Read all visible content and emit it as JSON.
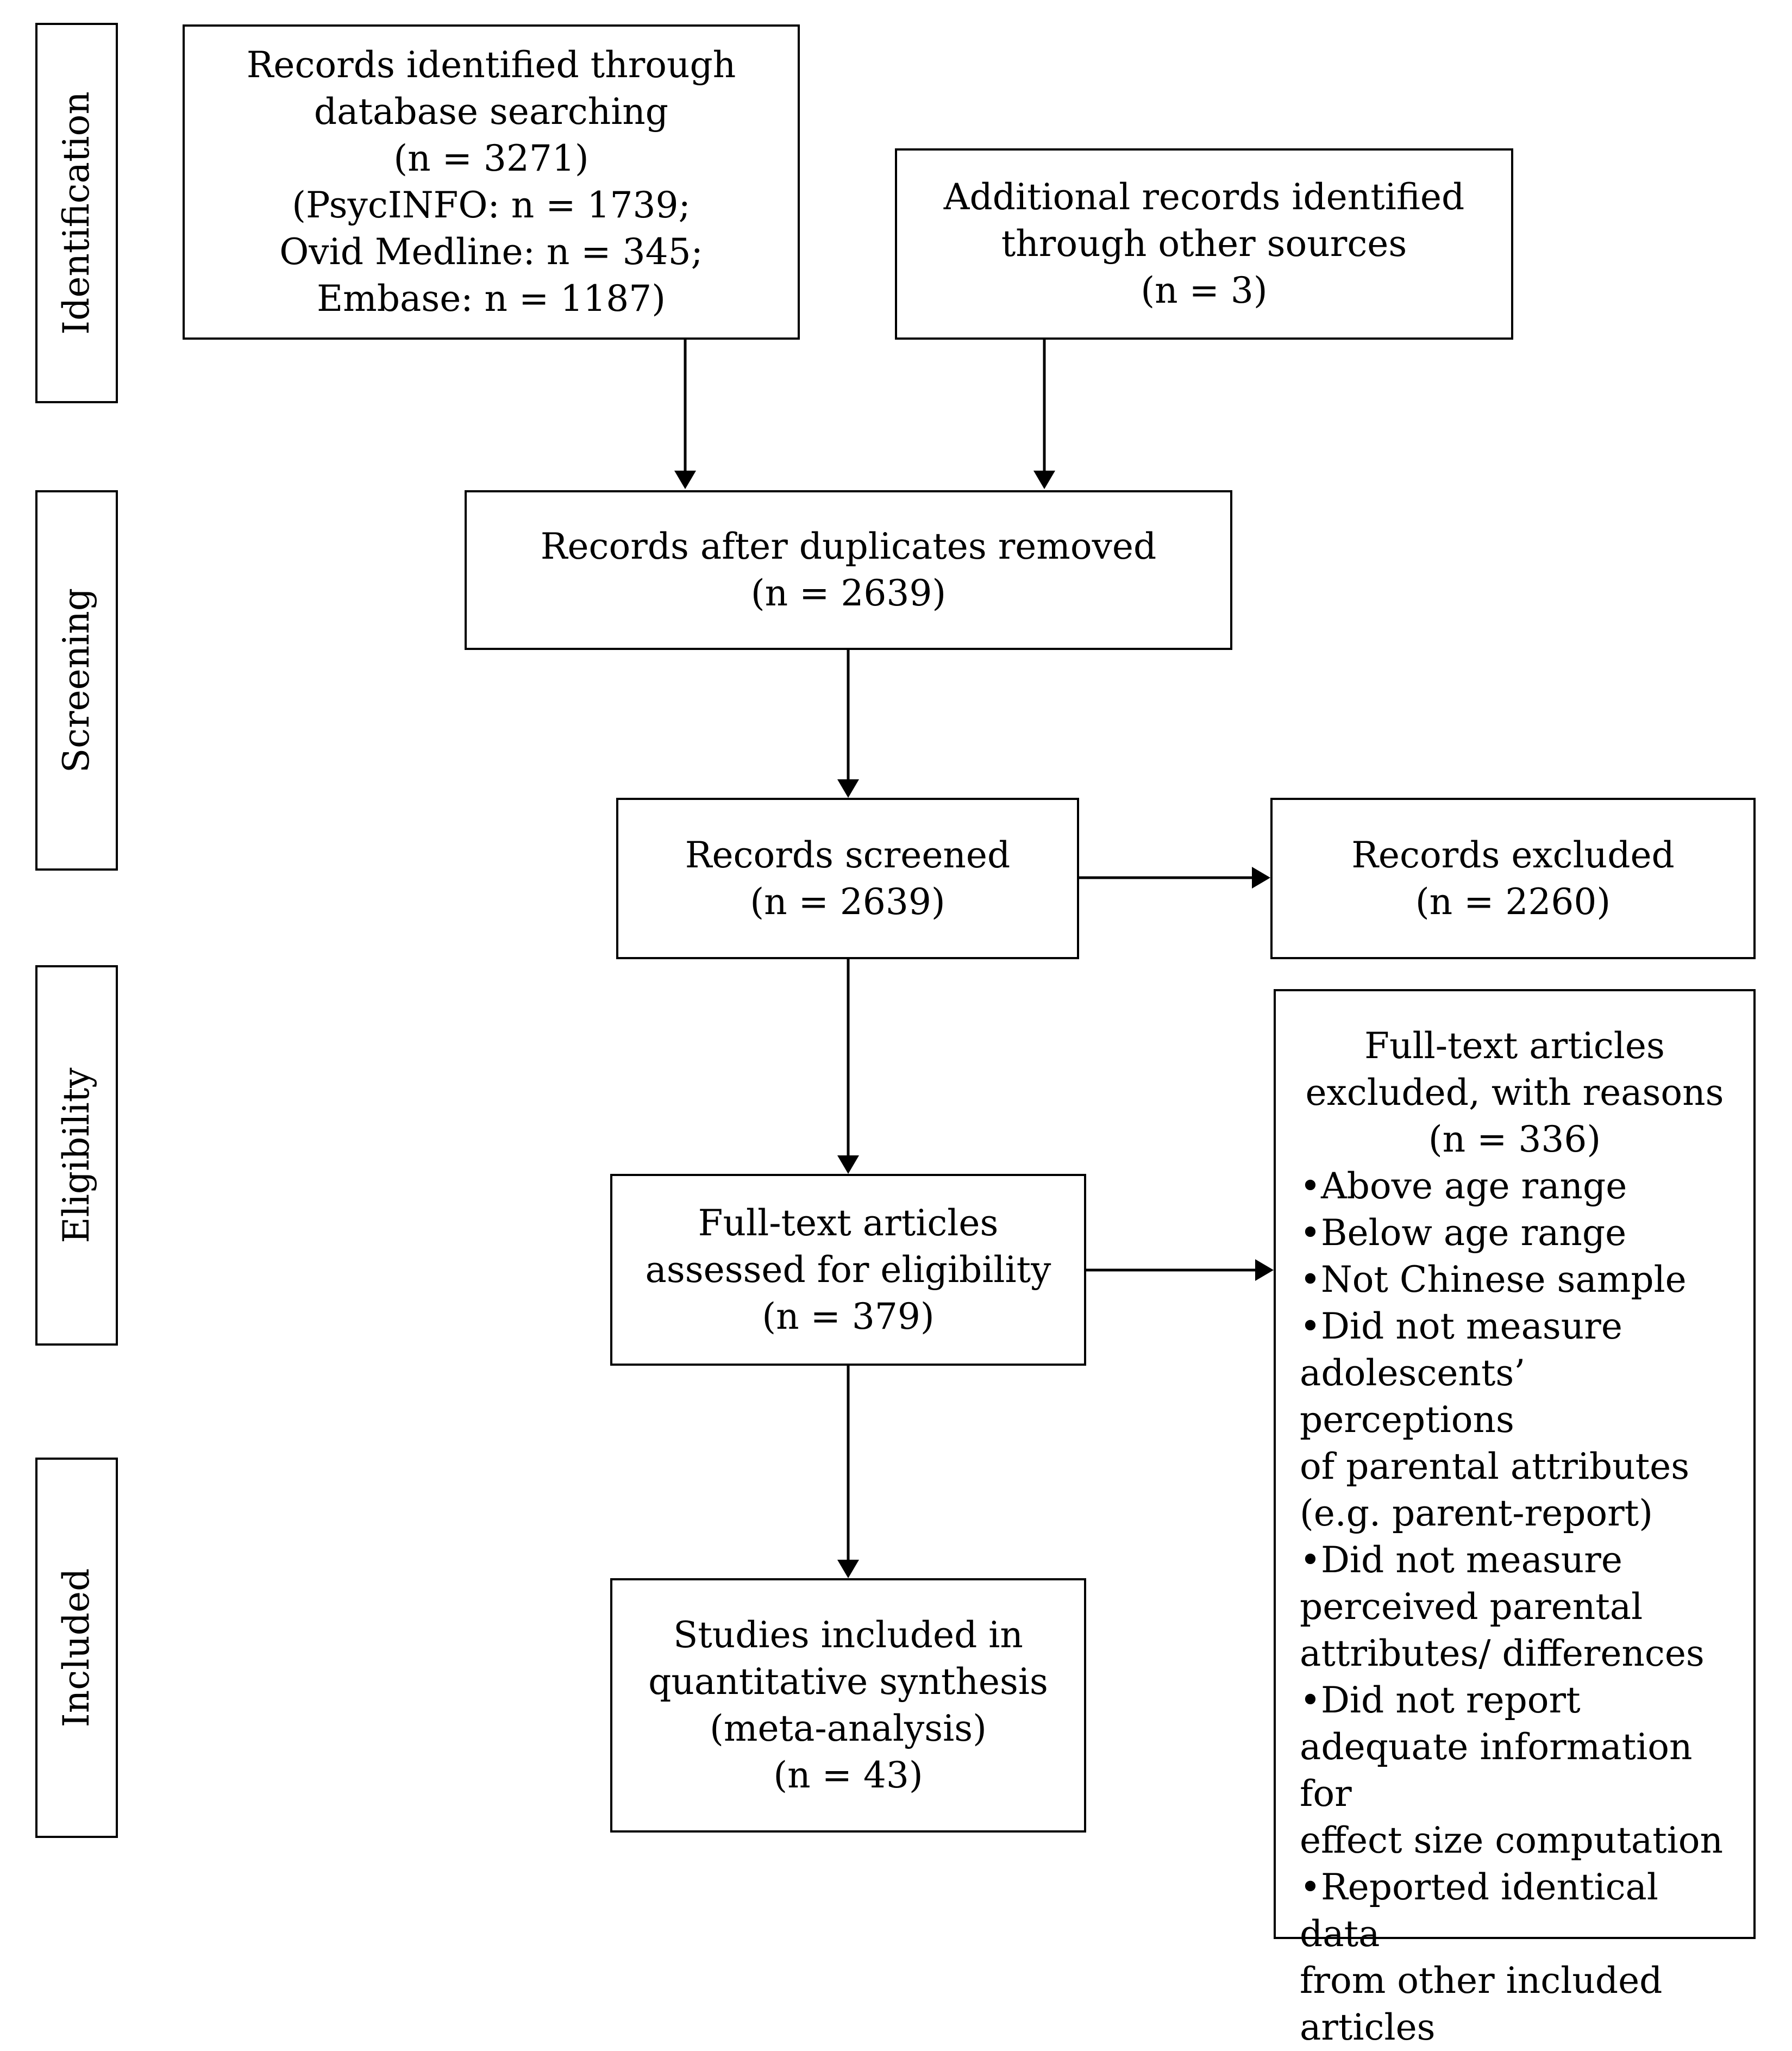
{
  "stages": {
    "identification": "Identification",
    "screening": "Screening",
    "eligibility": "Eligibility",
    "included": "Included"
  },
  "boxes": {
    "database": {
      "lines": [
        "Records identified through",
        "database searching",
        "(n = 3271)",
        "(PsycINFO: n = 1739;",
        "Ovid Medline: n = 345;",
        "Embase: n = 1187)"
      ]
    },
    "other_sources": {
      "lines": [
        "Additional records identified",
        "through other sources",
        "(n = 3)"
      ]
    },
    "deduplicated": {
      "lines": [
        "Records after duplicates removed",
        "(n = 2639)"
      ]
    },
    "screened": {
      "lines": [
        "Records screened",
        "(n = 2639)"
      ]
    },
    "excluded": {
      "lines": [
        "Records excluded",
        "(n = 2260)"
      ]
    },
    "fulltext": {
      "lines": [
        "Full-text articles",
        "assessed for eligibility",
        "(n = 379)"
      ]
    },
    "fulltext_excluded": {
      "heading": [
        "Full-text articles",
        "excluded, with reasons",
        "(n = 336)"
      ],
      "reasons": [
        "Above age range",
        "Below age range",
        "Not Chinese sample",
        "Did not measure\nadolescents’ perceptions\nof parental attributes\n(e.g. parent-report)",
        "Did not measure\nperceived parental\nattributes/ differences",
        "Did not report\nadequate information for\neffect size computation",
        "Reported identical data\nfrom other included\narticles"
      ]
    },
    "included": {
      "lines": [
        "Studies included in",
        "quantitative synthesis",
        "(meta-analysis)",
        "(n = 43)"
      ]
    }
  },
  "colors": {
    "stroke": "#000000",
    "background": "#ffffff"
  }
}
